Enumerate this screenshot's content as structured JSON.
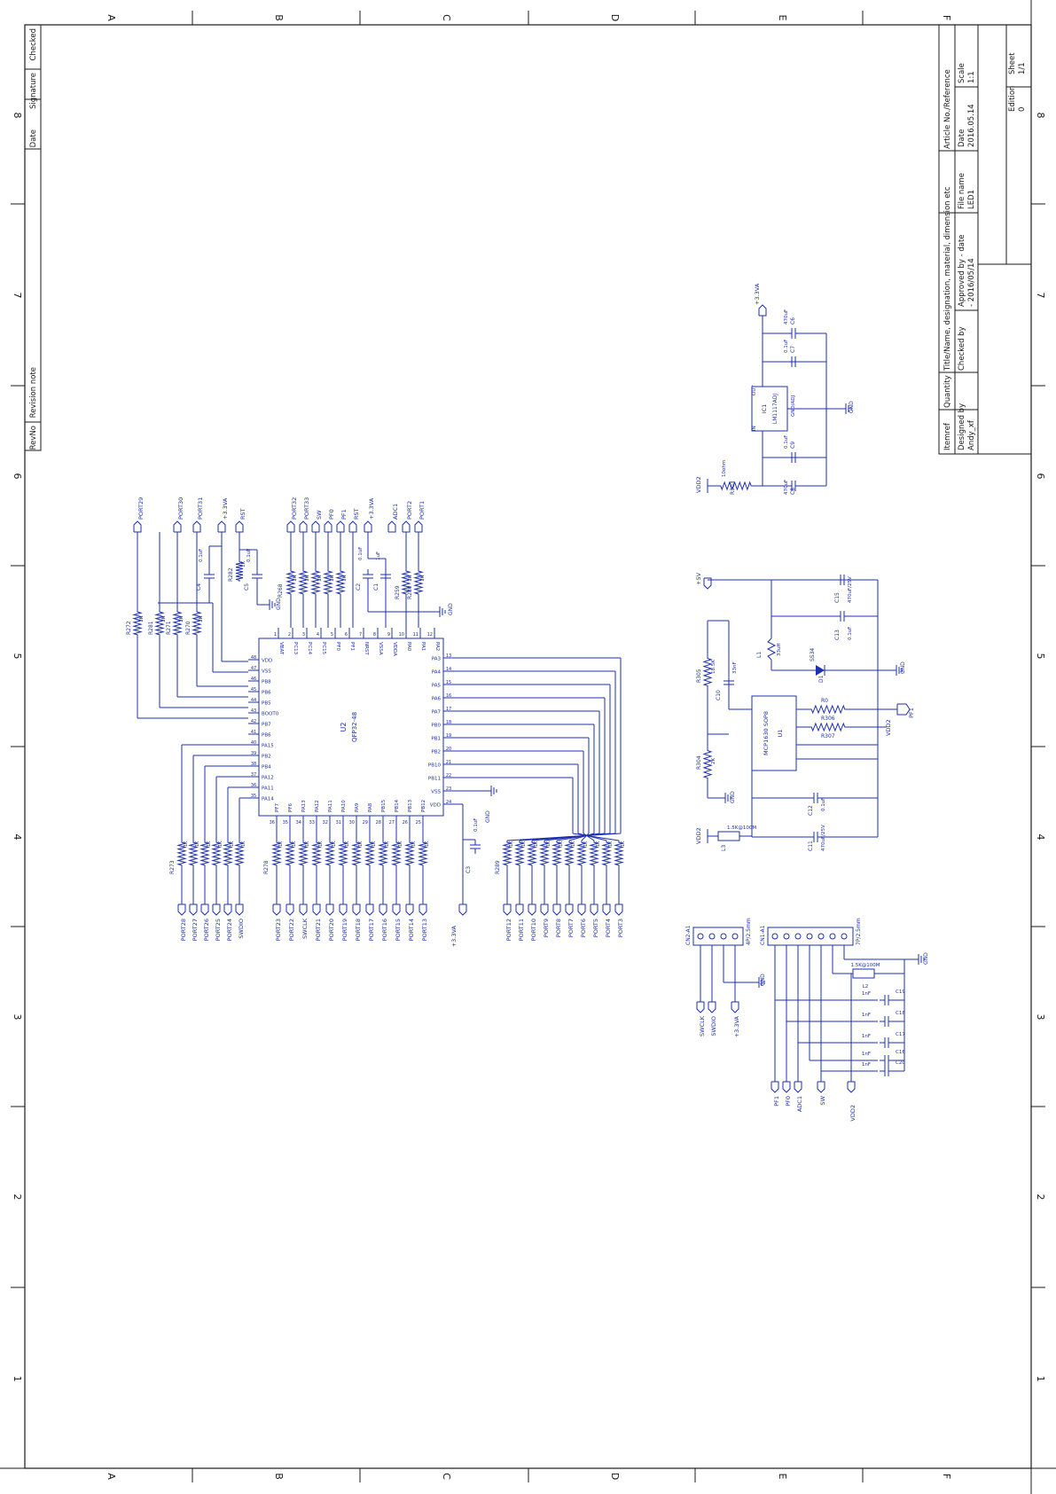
{
  "border": {
    "columns": [
      "A",
      "B",
      "C",
      "D",
      "E",
      "F"
    ],
    "rows": [
      "8",
      "7",
      "6",
      "5",
      "4",
      "3",
      "2",
      "1"
    ]
  },
  "revision_block": {
    "rev_no": "RevNo",
    "revision_note": "Revision note",
    "date": "Date",
    "signature": "Signature",
    "checked": "Checked"
  },
  "title_block": {
    "itemref": "Itemref",
    "quantity": "Quantity",
    "title": "Title/Name, designation, material, dimension etc",
    "article_no": "Article No./Reference",
    "designed_by_label": "Designed by",
    "designed_by": "Andy_xf",
    "checked_by_label": "Checked by",
    "approved_by_label": "Approved by - date",
    "approved_by": "- 2016/05/14",
    "file_name_label": "File name",
    "file_name": "LED1",
    "date_label": "Date",
    "date": "2016.05.14",
    "scale_label": "Scale",
    "scale": "1:1",
    "edition_label": "Edition",
    "edition": "0",
    "sheet_label": "Sheet",
    "sheet": "1/1"
  },
  "mcu": {
    "ref": "U2",
    "part": "QFP32-48",
    "left_pins": [
      "VDD",
      "VSS",
      "PB8",
      "PB6",
      "PB5",
      "BOOT0",
      "PB7",
      "PB6",
      "PA15",
      "PB2",
      "PB4",
      "PA12",
      "PA11",
      "PA14"
    ],
    "top_pins": [
      "VBAT",
      "PC13",
      "PC14",
      "PC15",
      "PF0",
      "PF1",
      "NRST",
      "VSSA",
      "VDDA",
      "PA0",
      "PA1",
      "PA2"
    ],
    "right_pins": [
      "PA3",
      "PA4",
      "PA5",
      "PA6",
      "PA7",
      "PB0",
      "PB1",
      "PB2",
      "PB10",
      "PB11",
      "VSS",
      "VDD"
    ],
    "bottom_pins": [
      "PF7",
      "PF6",
      "PA13",
      "PA12",
      "PA11",
      "PA10",
      "PA9",
      "PA8",
      "PB15",
      "PB14",
      "PB13",
      "PB12"
    ],
    "top_nets": [
      "PORT29",
      "PORT30",
      "PORT31",
      "+3.3VA",
      "RST",
      "PORT32",
      "PORT33",
      "SW",
      "PF0",
      "PF1",
      "RST",
      "+3.3VA",
      "ADC1",
      "PORT2",
      "PORT1"
    ],
    "bottom_left_nets": [
      "PORT28",
      "PORT27",
      "PORT26",
      "PORT25",
      "PORT24",
      "SWDIO"
    ],
    "bottom_mid_nets": [
      "PORT23",
      "PORT22",
      "SWCLK",
      "PORT21",
      "PORT20",
      "PORT19",
      "PORT18",
      "PORT17",
      "PORT16",
      "PORT15",
      "PORT14",
      "PORT13"
    ],
    "bottom_right_nets": [
      "PORT12",
      "PORT11",
      "PORT10",
      "PORT9",
      "PORT8",
      "PORT7",
      "PORT6",
      "PORT5",
      "PORT4",
      "PORT3"
    ],
    "labels": {
      "r272": "R272",
      "r281": "R281",
      "r271": "R271",
      "r270": "R270",
      "r273": "R273",
      "r278": "R278",
      "r268": "R268",
      "r282": "R282",
      "r259": "R259",
      "r280": "R280",
      "r289": "R289",
      "c4": "C4",
      "c5": "C5",
      "c1": "C1",
      "c2": "C2",
      "c3": "C3",
      "one_k": "1K",
      "cap_01uf": "0.1uF",
      "cap_1uf": "1uF",
      "gnd": "GND",
      "plus33va": "+3.3VA"
    }
  },
  "ldo": {
    "ref": "IC1",
    "part": "LM1117ADJ",
    "out": "OUT",
    "in": "IN",
    "gnd_adj": "GND/ADJ",
    "net_top": "+3.3VA",
    "net_left": "VDD2",
    "r_ref": "R303",
    "r_val": "10ohm",
    "c_refs": [
      "C6",
      "C7",
      "C8",
      "C9"
    ],
    "c_vals": [
      "470uF",
      "0.1uF",
      "470uF",
      "0.1uF"
    ],
    "gnd": "GND"
  },
  "buck": {
    "ref": "U1",
    "part": "MCP1630 SOP8",
    "net_5v": "+5V",
    "net_vdd2": "VDD2",
    "net_pf1": "PF1",
    "inductor_ref": "L1",
    "inductor_val": "33uH",
    "diode_ref": "D1",
    "diode_val": "SS34",
    "bead_ref": "L3",
    "bead_val": "1.5K@100M",
    "r_refs": [
      "R305",
      "R304",
      "R306",
      "R307",
      "R0"
    ],
    "r_vals": [
      "18.5K",
      "2K"
    ],
    "c_refs": [
      "C15",
      "C13",
      "C14",
      "C11",
      "C12",
      "C10"
    ],
    "c_vals": [
      "470uF/25V",
      "0.1uF",
      "470uF/25V",
      "0.1uF",
      "33nF"
    ],
    "gnd": "GND"
  },
  "connectors": {
    "cn2_ref": "CN2-A1",
    "cn2_part": "4P/2.5mm",
    "cn2_nets": [
      "SWCLK",
      "SWDIO",
      "+3.3VA"
    ],
    "cn1_ref": "CN1-A1",
    "cn1_part": "7P/2.5mm",
    "cn1_nets": [
      "PF1",
      "PF0",
      "ADC1",
      "SW",
      "VDD2"
    ],
    "bead_ref": "L2",
    "bead_val": "1.5K@100M",
    "c_refs": [
      "C19",
      "C18",
      "C17",
      "C16",
      "C20"
    ],
    "c_val": "1nF",
    "gnd": "GND"
  }
}
